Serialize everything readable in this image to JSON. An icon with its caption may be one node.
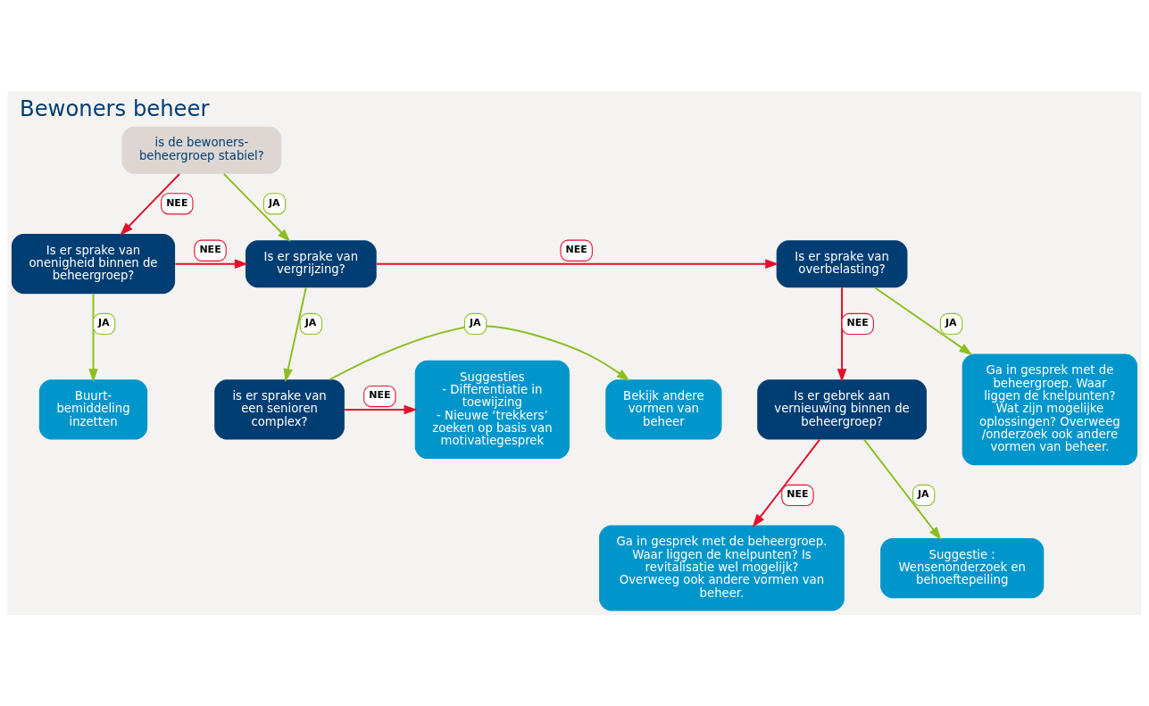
{
  "diagram": {
    "title": "Bewoners beheer",
    "nodes": [
      {
        "text": [
          "is de bewoners- beheergroep stabiel?"
        ]
      },
      {
        "text": [
          "Is er sprake van onenigheid binnen de beheergroep?"
        ]
      },
      {
        "text": [
          "Is er sprake van vergrijzing?"
        ]
      },
      {
        "text": [
          "Is er sprake van overbelasting?"
        ]
      },
      {
        "text": [
          "Is er gebrek aan vernieuwing binnen de beheergroep?"
        ]
      },
      {
        "text": [
          "Ga in gesprek met de beheergroep. Waar liggen de knelpunten? Is revitalisatie wel mogelijk? Overweeg ook andere vormen van beheer."
        ]
      },
      {
        "text": [
          "Suggestie : Wensenonderzoek en behoeftepeiling"
        ]
      },
      {
        "text": [
          "Ga in gesprek met de beheergroep. Waar liggen de knelpunten? Wat zijn mogelijke oplossingen? Overweeg /onderzoek ook andere vormen van beheer."
        ]
      },
      {
        "text": [
          "is er sprake van een senioren complex?"
        ]
      },
      {
        "text": [
          "Bekijk andere vormen van beheer"
        ]
      },
      {
        "text": [
          "Suggesties",
          "- Differentiatie in toewijzing",
          "- Nieuwe ‘trekkers’ zoeken op basis van motivatiegesprek"
        ]
      },
      {
        "text": [
          "Buurt- bemiddeling inzetten"
        ]
      }
    ],
    "edges": [
      {
        "from": 0,
        "to": 1,
        "arrow": "to",
        "label": "NEE",
        "color": "#e30f2d"
      },
      {
        "from": 0,
        "to": 2,
        "arrow": "to",
        "label": "JA",
        "color": "#8cbe22"
      },
      {
        "from": 1,
        "to": 2,
        "arrow": "to",
        "label": "NEE",
        "color": "#e30f2d"
      },
      {
        "from": 1,
        "to": 11,
        "arrow": "to",
        "label": "JA",
        "color": "#8cbe22"
      },
      {
        "from": 2,
        "to": 3,
        "arrow": "to",
        "label": "NEE",
        "color": "#e30f2d"
      },
      {
        "from": 2,
        "to": 8,
        "arrow": "to",
        "label": "JA",
        "color": "#8cbe22"
      },
      {
        "from": 3,
        "to": 4,
        "arrow": "to",
        "label": "NEE",
        "color": "#e30f2d"
      },
      {
        "from": 3,
        "to": 7,
        "arrow": "to",
        "label": "JA",
        "color": "#8cbe22"
      },
      {
        "from": 4,
        "to": 5,
        "arrow": "to",
        "label": "NEE",
        "color": "#e30f2d"
      },
      {
        "from": 4,
        "to": 6,
        "arrow": "to",
        "label": "JA",
        "color": "#8cbe22"
      },
      {
        "from": 8,
        "to": 9,
        "arrow": "to",
        "label": "JA",
        "color": "#8cbe22"
      },
      {
        "from": 8,
        "to": 10,
        "arrow": "to",
        "label": "NEE",
        "color": "#e30f2d"
      }
    ]
  }
}
